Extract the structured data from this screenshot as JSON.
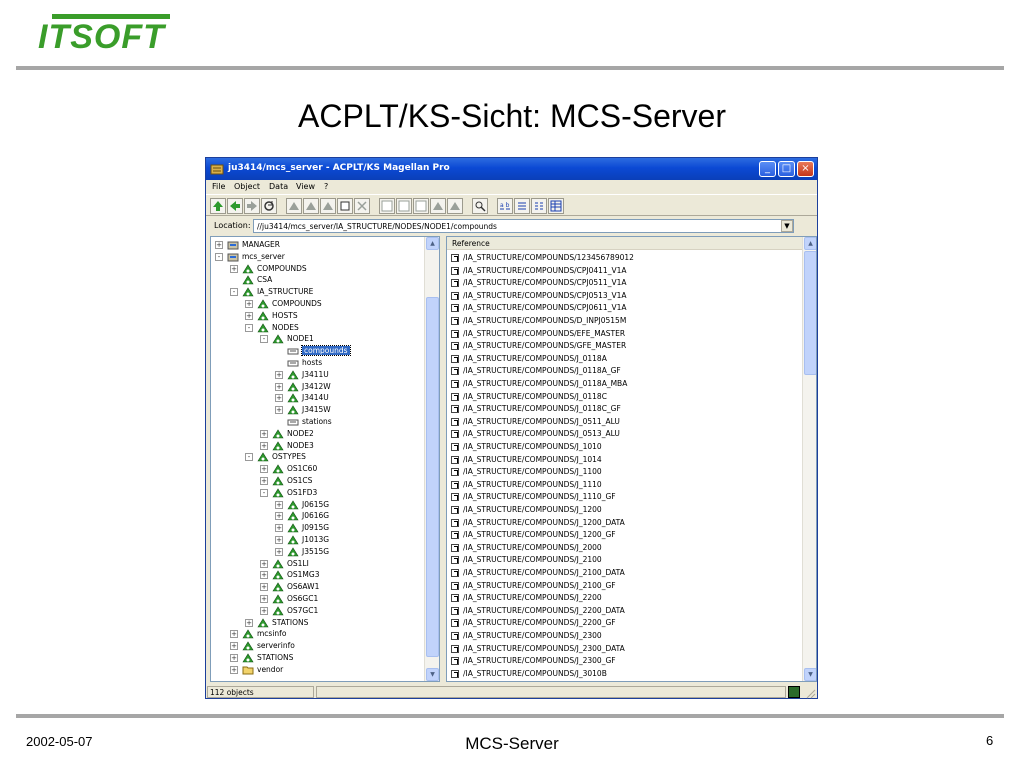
{
  "slide": {
    "logo": "ITSOFT",
    "title": "ACPLT/KS-Sicht: MCS-Server",
    "footer_date": "2002-05-07",
    "footer_center": "MCS-Server",
    "page_number": "6"
  },
  "window": {
    "title": "ju3414/mcs_server - ACPLT/KS Magellan Pro",
    "menu": [
      "File",
      "Object",
      "Data",
      "View",
      "?"
    ],
    "location_label": "Location:",
    "location_value": "//ju3414/mcs_server/IA_STRUCTURE/NODES/NODE1/compounds",
    "status_text": "112 objects",
    "list_header": "Reference",
    "colors": {
      "titlebar": "#0b49d4",
      "selection": "#316ac5",
      "node_icon": "#2d9a2d"
    }
  },
  "tree": [
    {
      "label": "MANAGER",
      "depth": 0,
      "exp": "+",
      "icon": "server-icon"
    },
    {
      "label": "mcs_server",
      "depth": 0,
      "exp": "-",
      "icon": "server-icon"
    },
    {
      "label": "COMPOUNDS",
      "depth": 1,
      "exp": "+",
      "icon": "node-icon"
    },
    {
      "label": "CSA",
      "depth": 1,
      "exp": "",
      "icon": "node-icon"
    },
    {
      "label": "IA_STRUCTURE",
      "depth": 1,
      "exp": "-",
      "icon": "node-icon"
    },
    {
      "label": "COMPOUNDS",
      "depth": 2,
      "exp": "+",
      "icon": "node-icon"
    },
    {
      "label": "HOSTS",
      "depth": 2,
      "exp": "+",
      "icon": "node-icon"
    },
    {
      "label": "NODES",
      "depth": 2,
      "exp": "-",
      "icon": "node-icon"
    },
    {
      "label": "NODE1",
      "depth": 3,
      "exp": "-",
      "icon": "node-icon"
    },
    {
      "label": "compounds",
      "depth": 4,
      "exp": "",
      "icon": "link-icon",
      "selected": true
    },
    {
      "label": "hosts",
      "depth": 4,
      "exp": "",
      "icon": "link-icon"
    },
    {
      "label": "J3411U",
      "depth": 4,
      "exp": "+",
      "icon": "node-icon"
    },
    {
      "label": "J3412W",
      "depth": 4,
      "exp": "+",
      "icon": "node-icon"
    },
    {
      "label": "J3414U",
      "depth": 4,
      "exp": "+",
      "icon": "node-icon"
    },
    {
      "label": "J3415W",
      "depth": 4,
      "exp": "+",
      "icon": "node-icon"
    },
    {
      "label": "stations",
      "depth": 4,
      "exp": "",
      "icon": "link-icon"
    },
    {
      "label": "NODE2",
      "depth": 3,
      "exp": "+",
      "icon": "node-icon"
    },
    {
      "label": "NODE3",
      "depth": 3,
      "exp": "+",
      "icon": "node-icon"
    },
    {
      "label": "OSTYPES",
      "depth": 2,
      "exp": "-",
      "icon": "node-icon"
    },
    {
      "label": "OS1C60",
      "depth": 3,
      "exp": "+",
      "icon": "node-icon"
    },
    {
      "label": "OS1CS",
      "depth": 3,
      "exp": "+",
      "icon": "node-icon"
    },
    {
      "label": "OS1FD3",
      "depth": 3,
      "exp": "-",
      "icon": "node-icon"
    },
    {
      "label": "J0615G",
      "depth": 4,
      "exp": "+",
      "icon": "node-icon"
    },
    {
      "label": "J0616G",
      "depth": 4,
      "exp": "+",
      "icon": "node-icon"
    },
    {
      "label": "J0915G",
      "depth": 4,
      "exp": "+",
      "icon": "node-icon"
    },
    {
      "label": "J1013G",
      "depth": 4,
      "exp": "+",
      "icon": "node-icon"
    },
    {
      "label": "J3515G",
      "depth": 4,
      "exp": "+",
      "icon": "node-icon"
    },
    {
      "label": "OS1LI",
      "depth": 3,
      "exp": "+",
      "icon": "node-icon"
    },
    {
      "label": "OS1MG3",
      "depth": 3,
      "exp": "+",
      "icon": "node-icon"
    },
    {
      "label": "OS6AW1",
      "depth": 3,
      "exp": "+",
      "icon": "node-icon"
    },
    {
      "label": "OS6GC1",
      "depth": 3,
      "exp": "+",
      "icon": "node-icon"
    },
    {
      "label": "OS7GC1",
      "depth": 3,
      "exp": "+",
      "icon": "node-icon"
    },
    {
      "label": "STATIONS",
      "depth": 2,
      "exp": "+",
      "icon": "node-icon"
    },
    {
      "label": "mcsinfo",
      "depth": 1,
      "exp": "+",
      "icon": "node-icon"
    },
    {
      "label": "serverinfo",
      "depth": 1,
      "exp": "+",
      "icon": "node-icon"
    },
    {
      "label": "STATIONS",
      "depth": 1,
      "exp": "+",
      "icon": "node-icon"
    },
    {
      "label": "vendor",
      "depth": 1,
      "exp": "+",
      "icon": "folder-icon"
    }
  ],
  "list": [
    "/IA_STRUCTURE/COMPOUNDS/123456789012",
    "/IA_STRUCTURE/COMPOUNDS/CPJ0411_V1A",
    "/IA_STRUCTURE/COMPOUNDS/CPJ0511_V1A",
    "/IA_STRUCTURE/COMPOUNDS/CPJ0513_V1A",
    "/IA_STRUCTURE/COMPOUNDS/CPJ0611_V1A",
    "/IA_STRUCTURE/COMPOUNDS/D_INPJ0515M",
    "/IA_STRUCTURE/COMPOUNDS/EFE_MASTER",
    "/IA_STRUCTURE/COMPOUNDS/GFE_MASTER",
    "/IA_STRUCTURE/COMPOUNDS/J_0118A",
    "/IA_STRUCTURE/COMPOUNDS/J_0118A_GF",
    "/IA_STRUCTURE/COMPOUNDS/J_0118A_MBA",
    "/IA_STRUCTURE/COMPOUNDS/J_0118C",
    "/IA_STRUCTURE/COMPOUNDS/J_0118C_GF",
    "/IA_STRUCTURE/COMPOUNDS/J_0511_ALU",
    "/IA_STRUCTURE/COMPOUNDS/J_0513_ALU",
    "/IA_STRUCTURE/COMPOUNDS/J_1010",
    "/IA_STRUCTURE/COMPOUNDS/J_1014",
    "/IA_STRUCTURE/COMPOUNDS/J_1100",
    "/IA_STRUCTURE/COMPOUNDS/J_1110",
    "/IA_STRUCTURE/COMPOUNDS/J_1110_GF",
    "/IA_STRUCTURE/COMPOUNDS/J_1200",
    "/IA_STRUCTURE/COMPOUNDS/J_1200_DATA",
    "/IA_STRUCTURE/COMPOUNDS/J_1200_GF",
    "/IA_STRUCTURE/COMPOUNDS/J_2000",
    "/IA_STRUCTURE/COMPOUNDS/J_2100",
    "/IA_STRUCTURE/COMPOUNDS/J_2100_DATA",
    "/IA_STRUCTURE/COMPOUNDS/J_2100_GF",
    "/IA_STRUCTURE/COMPOUNDS/J_2200",
    "/IA_STRUCTURE/COMPOUNDS/J_2200_DATA",
    "/IA_STRUCTURE/COMPOUNDS/J_2200_GF",
    "/IA_STRUCTURE/COMPOUNDS/J_2300",
    "/IA_STRUCTURE/COMPOUNDS/J_2300_DATA",
    "/IA_STRUCTURE/COMPOUNDS/J_2300_GF",
    "/IA_STRUCTURE/COMPOUNDS/J_3010B"
  ]
}
